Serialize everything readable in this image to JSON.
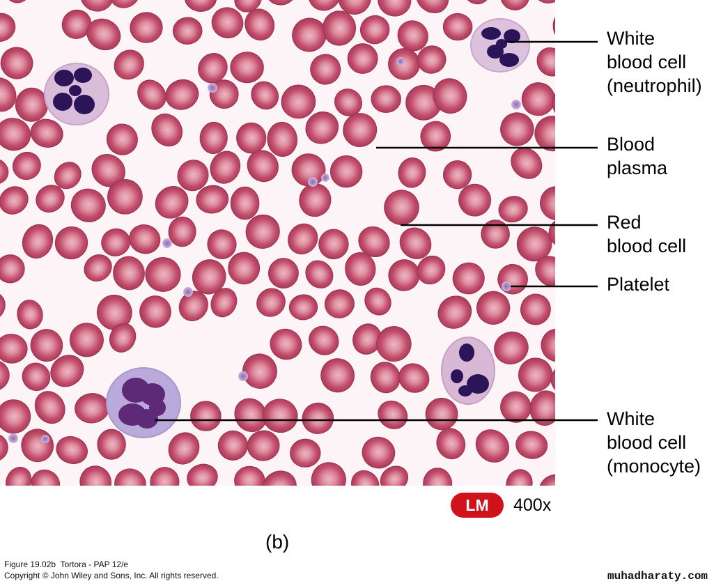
{
  "labels": {
    "neutrophil": [
      "White",
      "blood cell",
      "(neutrophil)"
    ],
    "plasma": [
      "Blood",
      "plasma"
    ],
    "rbc": [
      "Red",
      "blood cell"
    ],
    "platelet": [
      "Platelet"
    ],
    "monocyte": [
      "White",
      "blood cell",
      "(monocyte)"
    ]
  },
  "magnification": {
    "badge": "LM",
    "value": "400x"
  },
  "panel_letter": "(b)",
  "footer": {
    "credit_line": "Figure 19.02b  Tortora - PAP 12/e",
    "copyright": "Copyright © John Wiley and Sons, Inc. All rights reserved."
  },
  "watermark": "muhadharaty.com",
  "colors": {
    "lm_badge": "#d0121b",
    "red_blood_cell": "#b8405f",
    "wbc_nucleus": "#2b1458",
    "monocyte_nucleus": "#5e2a78",
    "plasma_background": "#fcf4f6"
  }
}
